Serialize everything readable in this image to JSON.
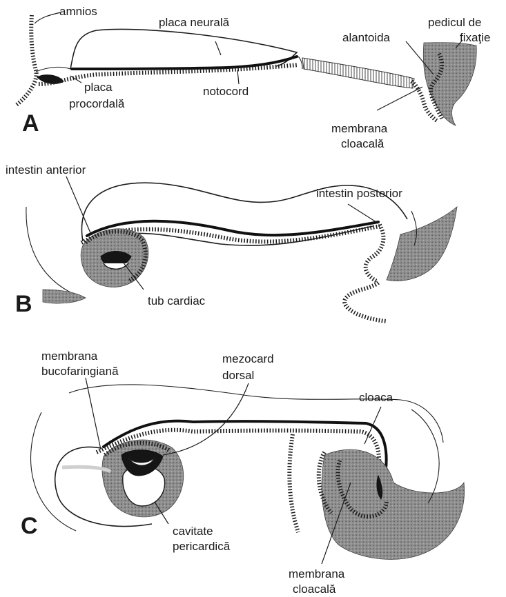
{
  "panels": {
    "A": {
      "letter": "A",
      "labels": {
        "amnios": "amnios",
        "placa_neurala": "placa neurală",
        "pedicul_line1": "pedicul de",
        "pedicul_line2": "fixaţie",
        "alantoida": "alantoida",
        "placa_line1": "placa",
        "placa_line2": "procordală",
        "notocord": "notocord",
        "membrana_line1": "membrana",
        "membrana_line2": "cloacală"
      }
    },
    "B": {
      "letter": "B",
      "labels": {
        "intestin_anterior": "intestin anterior",
        "intestin_posterior": "intestin posterior",
        "tub_cardiac": "tub cardiac"
      }
    },
    "C": {
      "letter": "C",
      "labels": {
        "membrana_bf_line1": "membrana",
        "membrana_bf_line2": "bucofaringiană",
        "mezocard_line1": "mezocard",
        "mezocard_line2": "dorsal",
        "cloaca": "cloaca",
        "cavitate_line1": "cavitate",
        "cavitate_line2": "pericardică",
        "membrana_cl_line1": "membrana",
        "membrana_cl_line2": "cloacală"
      }
    }
  }
}
